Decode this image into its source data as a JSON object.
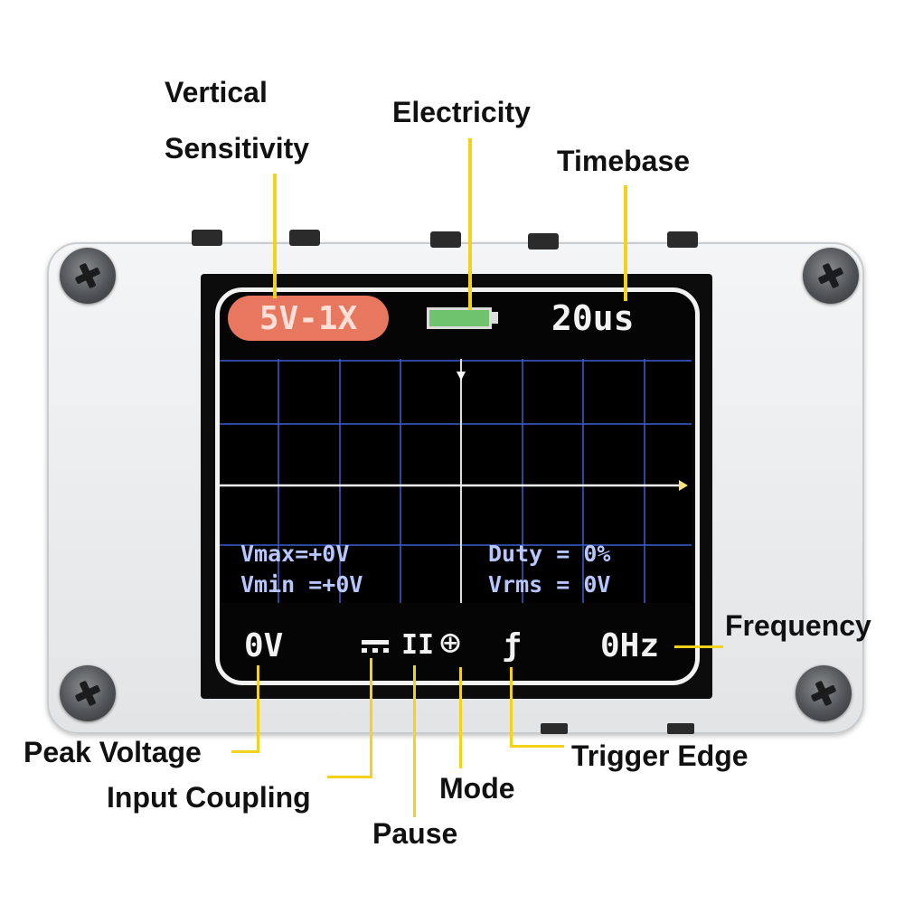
{
  "screen": {
    "vertical_sensitivity": "5V-1X",
    "timebase": "20us",
    "vmax": "Vmax=+0V",
    "vmin": "Vmin =+0V",
    "duty": "Duty = 0%",
    "vrms": "Vrms = 0V",
    "peak_voltage": "0V",
    "frequency": "0Hz",
    "pause_symbol": "II",
    "mode_symbol": "⊕",
    "trigger_symbol": "ƒ"
  },
  "labels": {
    "vertical_line1": "Vertical",
    "vertical_line2": "Sensitivity",
    "electricity": "Electricity",
    "timebase": "Timebase",
    "frequency": "Frequency",
    "peak_voltage": "Peak Voltage",
    "input_coupling": "Input Coupling",
    "pause": "Pause",
    "mode": "Mode",
    "trigger_edge": "Trigger Edge"
  },
  "colors": {
    "leader": "#f3d21c",
    "badge": "#e8775f",
    "grid": "#3b5fd0",
    "battery": "#6fc36f"
  }
}
